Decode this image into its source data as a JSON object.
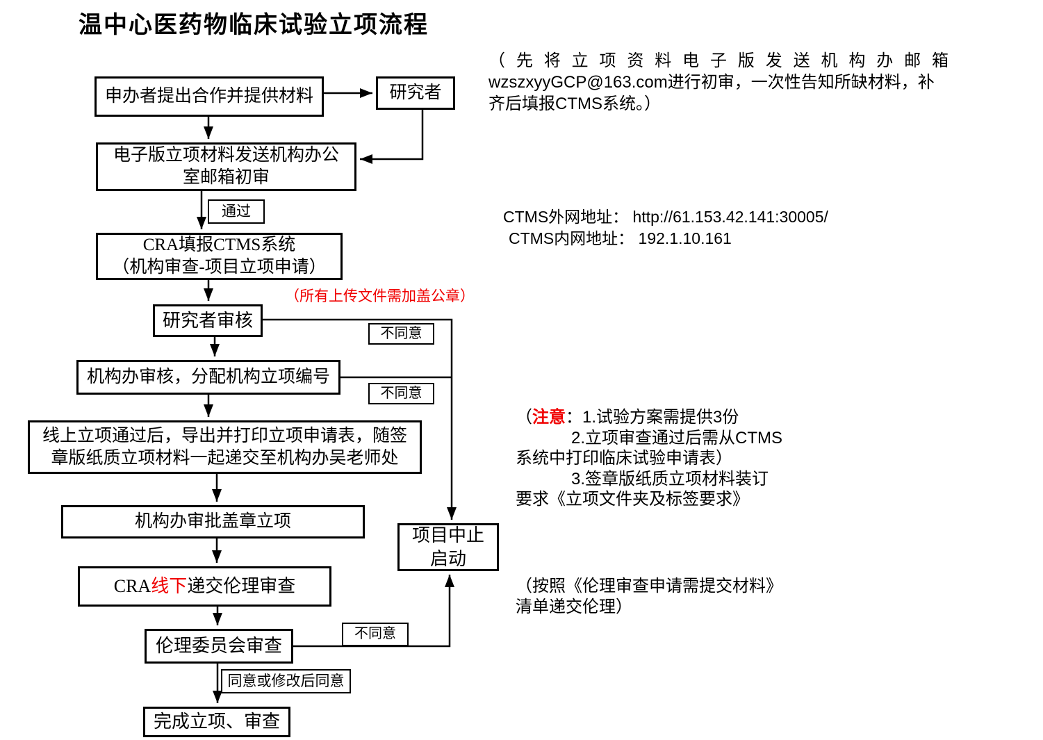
{
  "title": "温中心医药物临床试验立项流程",
  "flow": {
    "boxes": {
      "sponsor": "申办者提出合作并提供材料",
      "researcher": "研究者",
      "email_review": "电子版立项材料发送机构办公\n室邮箱初审",
      "pass_tag": "通过",
      "cra_ctms": "CRA填报CTMS系统\n（机构审查-项目立项申请）",
      "upload_note": "（所有上传文件需加盖公章）",
      "investigator_review": "研究者审核",
      "disagree_a": "不同意",
      "office_review": "机构办审核，分配机构立项编号",
      "disagree_b": "不同意",
      "print_submit": "线上立项通过后，导出并打印立项申请表，随签\n章版纸质立项材料一起递交至机构办吴老师处",
      "office_stamp": "机构办审批盖章立项",
      "terminate": "项目中止\n启动",
      "ethics_submit": {
        "pre": "CRA",
        "red": "线下",
        "post": "递交伦理审查"
      },
      "ethics_review": "伦理委员会审查",
      "disagree_c": "不同意",
      "agree_tag": "同意或修改后同意",
      "complete": "完成立项、审查"
    }
  },
  "notes": {
    "email_note": {
      "l1": "（先将立项资料电子版发送机构办邮箱",
      "l2": "wzszxyyGCP@163.com进行初审，一次性告知所缺材料，补",
      "l3": "齐后填报CTMS系统。）"
    },
    "ctms_addresses": {
      "extranet": "CTMS外网地址： http://61.153.42.141:30005/",
      "intranet": "CTMS内网地址： 192.1.10.161"
    },
    "notice": {
      "open": "（",
      "red": "注意",
      "l1": "：1.试验方案需提供3份",
      "l2": "2.立项审查通过后需从CTMS",
      "l3": "系统中打印临床试验申请表）",
      "l4": "3.签章版纸质立项材料装订",
      "l5": "要求《立项文件夹及标签要求》"
    },
    "ethics_note": {
      "l1": "（按照《伦理审查申请需提交材料》",
      "l2": "清单递交伦理）"
    }
  },
  "colors": {
    "red": "#f00000",
    "black": "#000000"
  }
}
